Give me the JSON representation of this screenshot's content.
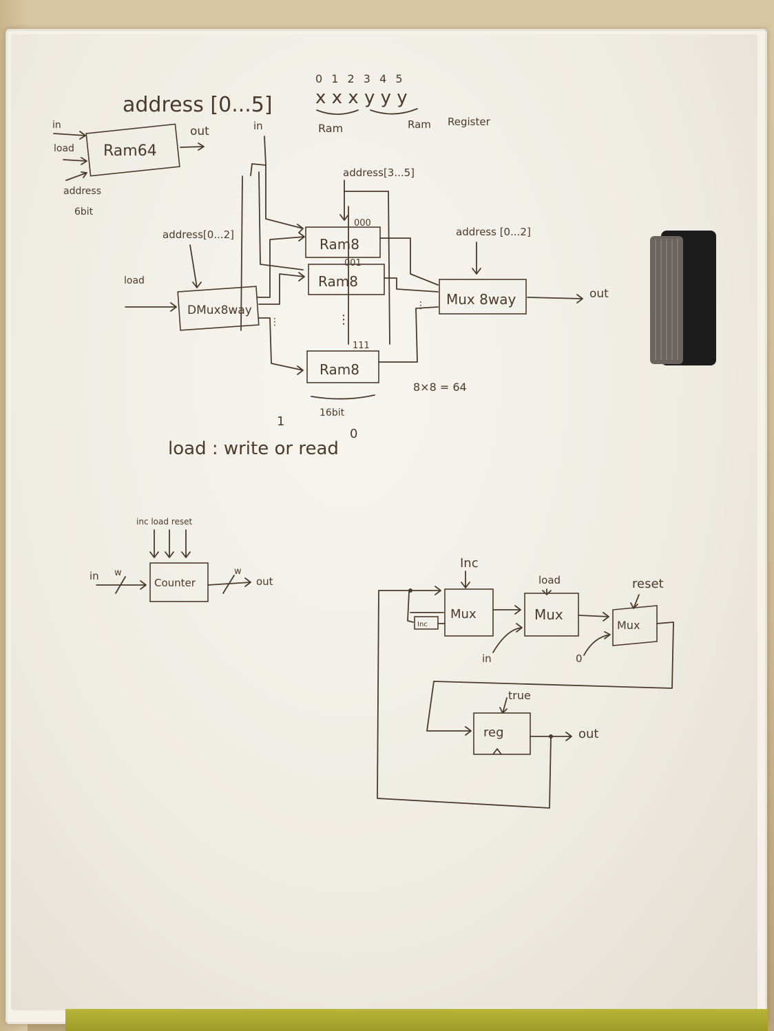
{
  "ram64": {
    "title": "address [0...5]",
    "bit_index": "0 1 2 3 4 5",
    "bit_pattern": "x x x y y y",
    "bit_note": "Ram",
    "bit_note_right": "Ram",
    "bit_note_right2": "Register",
    "box": "Ram64",
    "in": "in",
    "load": "load",
    "address": "address",
    "width": "6bit",
    "out": "out"
  },
  "ram_detail": {
    "in": "in",
    "address_high": "address[3...5]",
    "address_low_left": "address[0...2]",
    "address_low_right": "address [0...2]",
    "load": "load",
    "dmux": "DMux8way",
    "ram_boxes": [
      "Ram8",
      "Ram8",
      "Ram8"
    ],
    "sel_labels": [
      "000",
      "001",
      "111"
    ],
    "mux": "Mux 8way",
    "out": "out",
    "width": "16bit",
    "calc": "8×8 = 64"
  },
  "load_note": {
    "one": "1",
    "zero": "0",
    "text": "load : write or read"
  },
  "counter": {
    "controls": "inc load reset",
    "in": "in",
    "w_in": "w",
    "box": "Counter",
    "w_out": "w",
    "out": "out"
  },
  "pc": {
    "inc": "Inc",
    "load": "load",
    "reset": "reset",
    "mux1": "Mux",
    "inc_box": "Inc",
    "mux2": "Mux",
    "mux3": "Mux",
    "in": "in",
    "zero": "0",
    "true": "true",
    "reg": "reg",
    "out": "out"
  }
}
